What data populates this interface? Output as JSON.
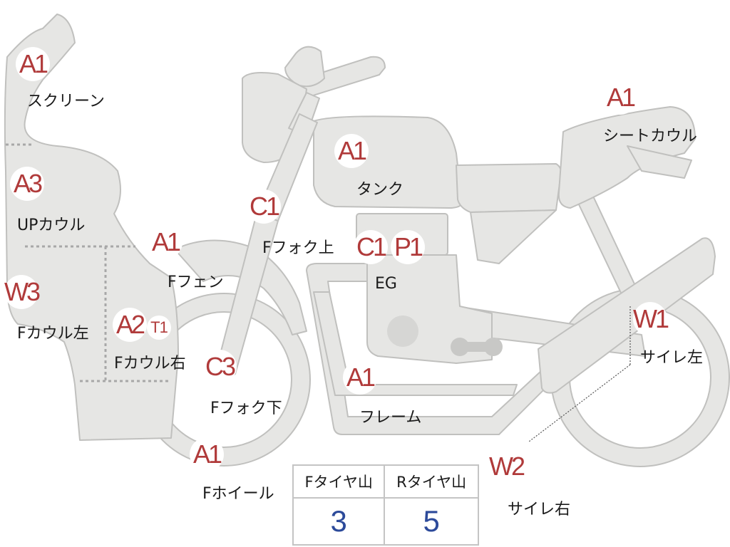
{
  "colors": {
    "body_fill": "#e6e6e4",
    "outline": "#c0c0be",
    "code_red": "#b03a3a",
    "value_blue": "#2c4a9a",
    "dotted_line": "#a8a8a8"
  },
  "parts": [
    {
      "id": "screen",
      "code": "A1",
      "label": "スクリーン"
    },
    {
      "id": "up-cowl",
      "code": "A3",
      "label": "UPカウル"
    },
    {
      "id": "f-cowl-left",
      "code": "W3",
      "label": "Fカウル左"
    },
    {
      "id": "f-cowl-right",
      "code": "A2",
      "extra_code": "T1",
      "label": "Fカウル右"
    },
    {
      "id": "f-fender",
      "code": "A1",
      "label": "Fフェン"
    },
    {
      "id": "f-fork-upper",
      "code": "C1",
      "label": "Fフォク上"
    },
    {
      "id": "f-fork-lower",
      "code": "C3",
      "label": "Fフォク下"
    },
    {
      "id": "f-wheel",
      "code": "A1",
      "label": "Fホイール"
    },
    {
      "id": "tank",
      "code": "A1",
      "label": "タンク"
    },
    {
      "id": "engine",
      "code": "C1",
      "extra_code": "P1",
      "label": "EG"
    },
    {
      "id": "frame",
      "code": "A1",
      "label": "フレーム"
    },
    {
      "id": "seat-cowl",
      "code": "A1",
      "label": "シートカウル"
    },
    {
      "id": "silencer-left",
      "code": "W1",
      "label": "サイレ左"
    },
    {
      "id": "silencer-right",
      "code": "W2",
      "label": "サイレ右"
    }
  ],
  "tyre_table": {
    "front_header": "Fタイヤ山",
    "rear_header": "Rタイヤ山",
    "front_value": "3",
    "rear_value": "5"
  }
}
